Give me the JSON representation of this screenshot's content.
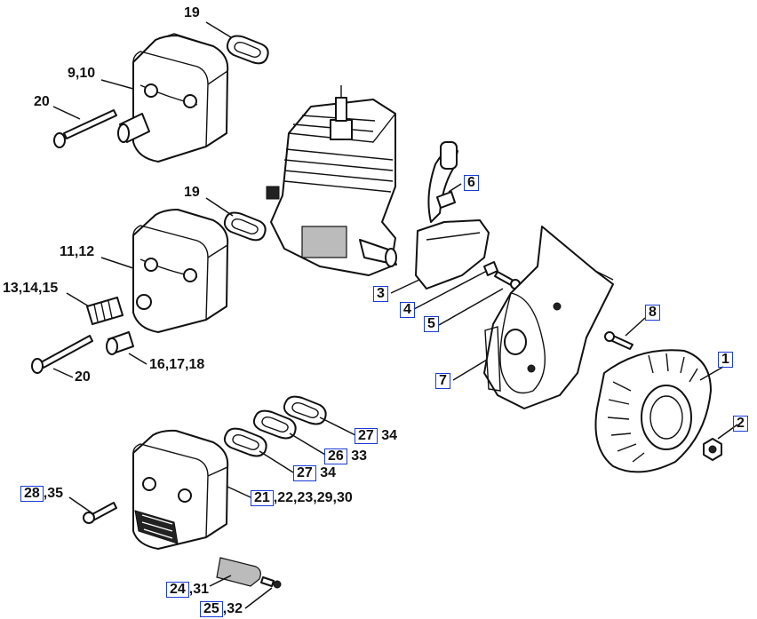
{
  "labels": {
    "l19a": "19",
    "l910": "9,10",
    "l20a": "20",
    "l6": "6",
    "l19b": "19",
    "l1112": "11,12",
    "l131415": "13,14,15",
    "l3": "3",
    "l4": "4",
    "l8": "8",
    "l5": "5",
    "l161718": "16,17,18",
    "l20b": "20",
    "l7": "7",
    "l1": "1",
    "l2": "2",
    "l27a": "27",
    "l27a_rest": " 34",
    "l26": "26",
    "l26_rest": " 33",
    "l27b": "27",
    "l27b_rest": " 34",
    "l28": "28",
    "l28_rest": ",35",
    "l21": "21",
    "l21_rest": ",22,23,29,30",
    "l24": "24",
    "l24_rest": ",31",
    "l25": "25",
    "l25_rest": ",32"
  }
}
